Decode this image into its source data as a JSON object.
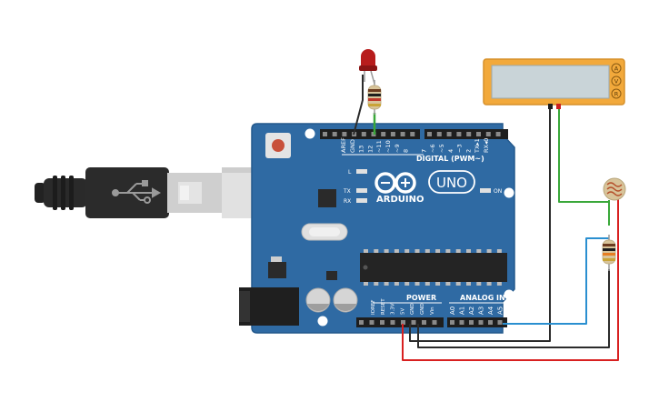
{
  "board": {
    "brand": "ARDUINO",
    "model": "UNO",
    "digital_label": "DIGITAL (PWM~)",
    "power_label": "POWER",
    "analog_label": "ANALOG IN",
    "on_label": "ON",
    "l_label": "L",
    "tx_label": "TX",
    "rx_label": "RX",
    "digital_pins": [
      "AREF",
      "GND",
      "13",
      "12",
      "~11",
      "~10",
      "~9",
      "8",
      "7",
      "~6",
      "~5",
      "4",
      "~3",
      "2",
      "TX▸1",
      "RX◂0"
    ],
    "power_pins": [
      "IOREF",
      "RESET",
      "3.3V",
      "5V",
      "GND",
      "GND",
      "Vin"
    ],
    "analog_pins": [
      "A0",
      "A1",
      "A2",
      "A3",
      "A4",
      "A5"
    ]
  },
  "lcd": {
    "buttons": [
      "A",
      "V",
      "R"
    ]
  },
  "colors": {
    "board": "#2f6aa3",
    "board_edge": "#24598c",
    "wire_green": "#3aa83a",
    "wire_blue": "#2a8fd0",
    "wire_red": "#d82020",
    "wire_black": "#2b2b2b",
    "lcd_frame": "#f2a93b",
    "lcd_screen": "#c9d4d8",
    "led_red": "#b71c1c"
  },
  "components": [
    "usb-cable",
    "arduino-uno",
    "led",
    "resistor",
    "lcd-display",
    "photoresistor"
  ]
}
